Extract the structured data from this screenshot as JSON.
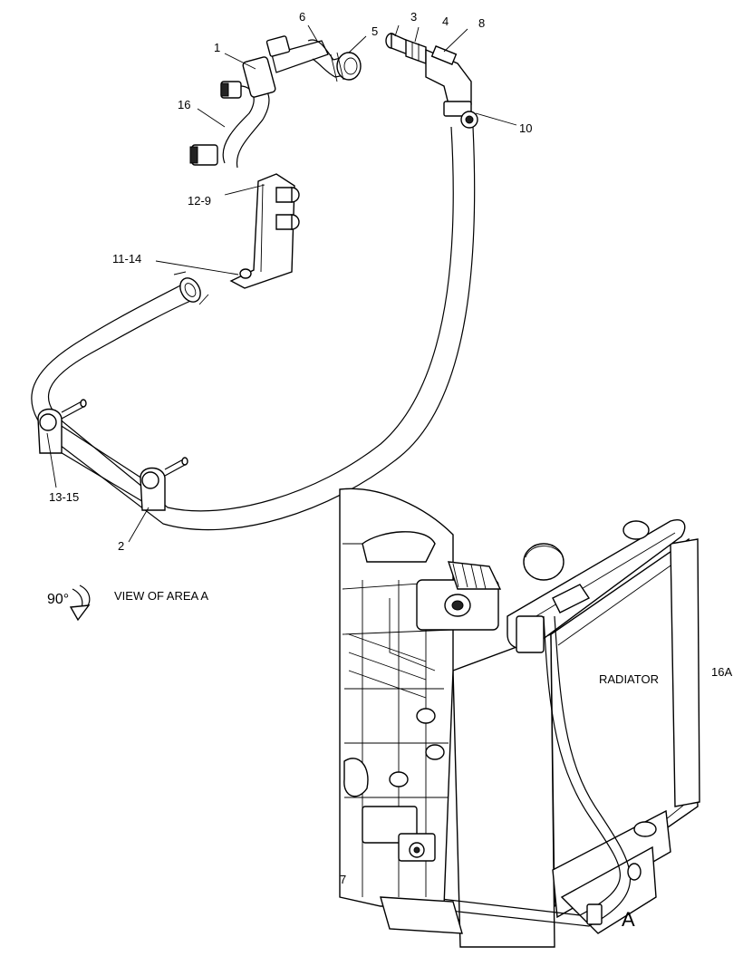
{
  "callouts": {
    "c1": "1",
    "c2": "2",
    "c3": "3",
    "c4": "4",
    "c5": "5",
    "c6": "6",
    "c7": "7",
    "c8": "8",
    "c10": "10",
    "c16": "16",
    "c12_9": "12-9",
    "c11_14": "11-14",
    "c13_15": "13-15",
    "c16A": "16A"
  },
  "rotation": {
    "degrees": "90°",
    "caption": "VIEW OF AREA  A"
  },
  "radiator_label": "RADIATOR",
  "area_letter": "A"
}
